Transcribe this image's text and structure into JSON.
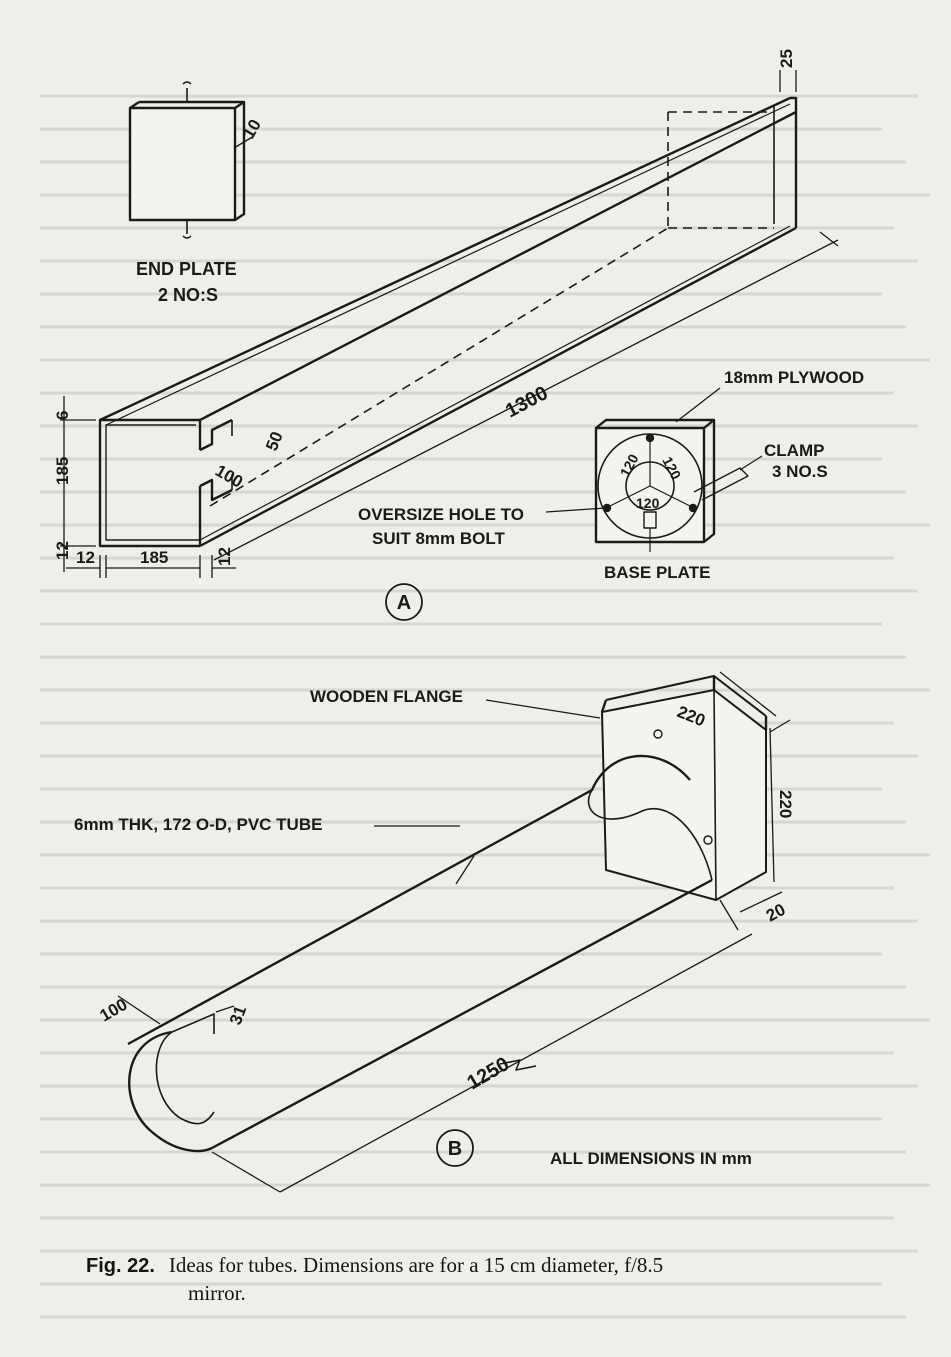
{
  "part_a": {
    "end_plate": {
      "title": "END PLATE",
      "qty": "2 NO:S",
      "thickness": "10"
    },
    "dims": {
      "top_edge": "25",
      "length": "1300",
      "side_top": "6",
      "side_height": "185",
      "side_bottom": "12",
      "bottom_left": "12",
      "bottom_width": "185",
      "bottom_right": "12",
      "opening_width": "100",
      "opening_height": "50"
    },
    "base_plate": {
      "material": "18mm PLYWOOD",
      "clamp": "CLAMP",
      "clamp_qty": "3 NO.S",
      "hole_line1": "OVERSIZE HOLE TO",
      "hole_line2": "SUIT 8mm BOLT",
      "title": "BASE PLATE",
      "angle_1": "120",
      "angle_2": "120",
      "angle_3": "120"
    },
    "label": "A"
  },
  "part_b": {
    "flange": "WOODEN FLANGE",
    "tube": "6mm THK, 172 O-D, PVC TUBE",
    "flange_width": "220",
    "flange_height": "220",
    "flange_thickness": "20",
    "length": "1250",
    "cut_width": "100",
    "cut_depth": "31",
    "units": "ALL DIMENSIONS IN mm",
    "label": "B"
  },
  "caption": {
    "fig": "Fig. 22.",
    "text_line1": "Ideas for tubes. Dimensions are for a 15 cm diameter, f/8.5",
    "text_line2": "mirror."
  }
}
